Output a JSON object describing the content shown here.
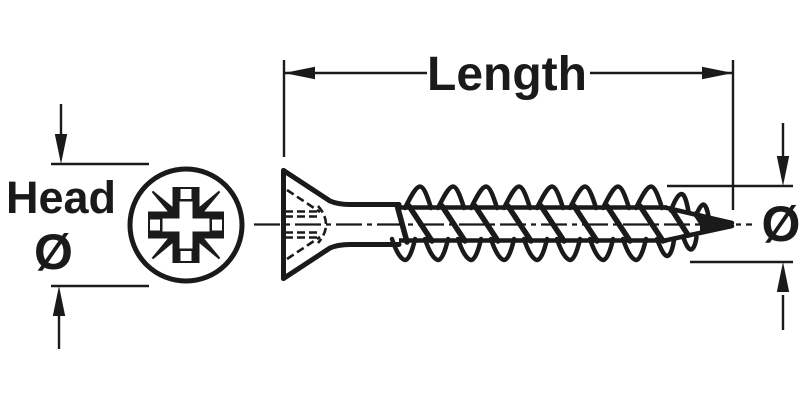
{
  "diagram": {
    "type": "technical-drawing-screw",
    "labels": {
      "head": "Head",
      "head_diameter_symbol": "Ø",
      "length": "Length",
      "diameter_symbol": "Ø"
    },
    "icons": {
      "recess": "pozidriv-cross-icon",
      "front_view": "screw-head-front-view",
      "side_view": "countersunk-screw-side-view"
    },
    "colors": {
      "ink": "#1a1a1a",
      "background": "#ffffff"
    }
  }
}
